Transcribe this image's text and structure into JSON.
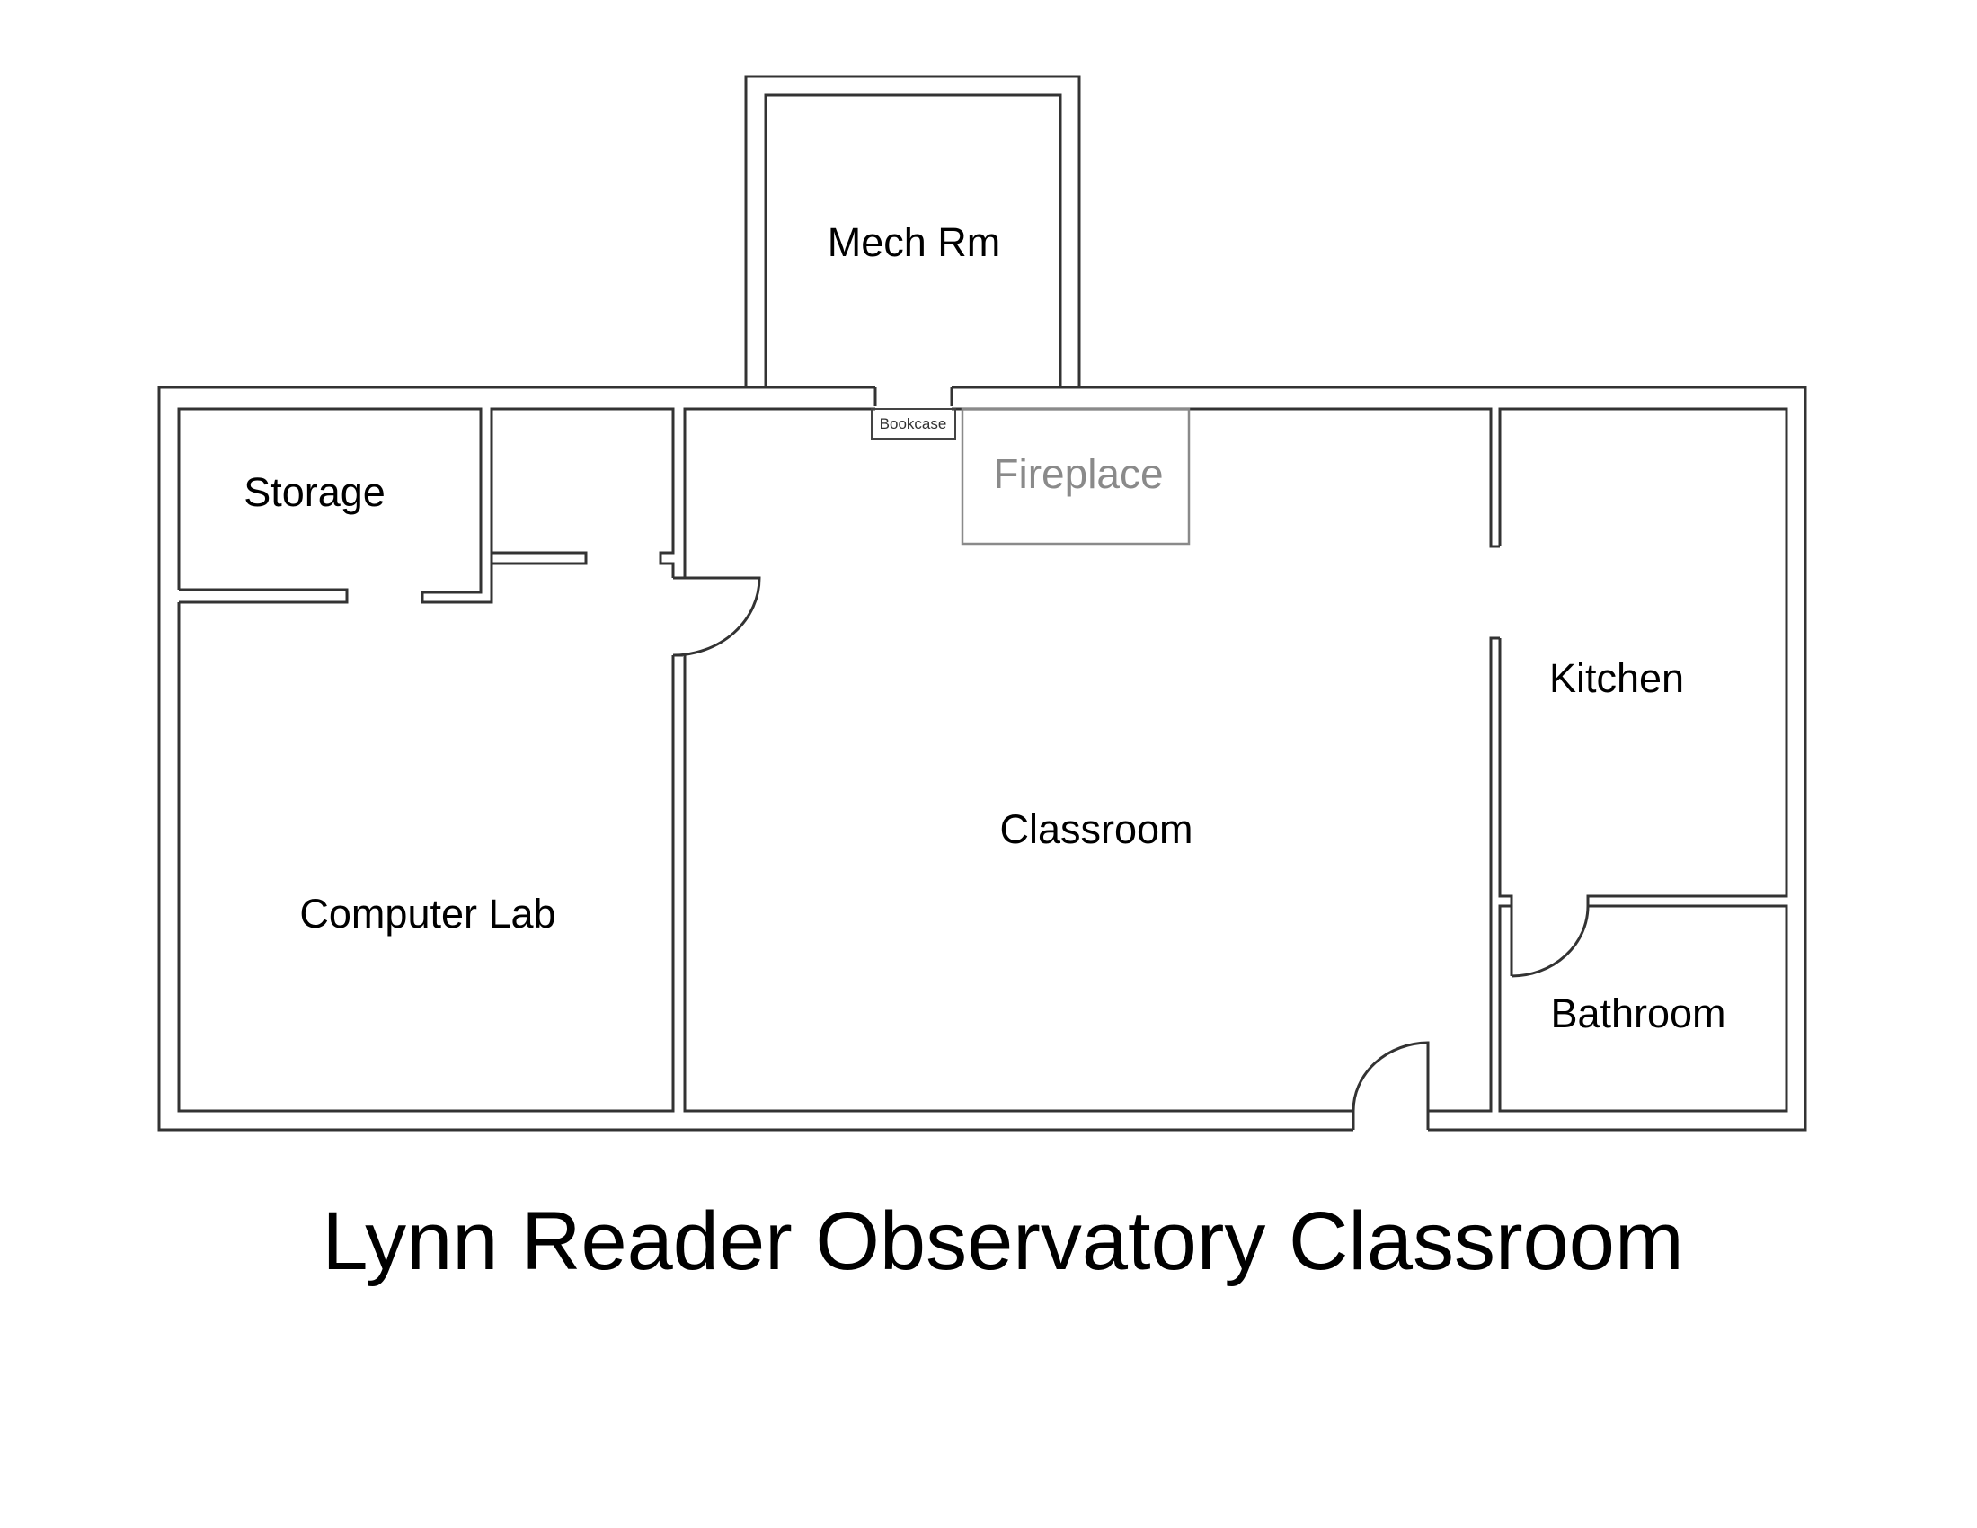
{
  "plan": {
    "title": "Lynn Reader Observatory Classroom",
    "rooms": {
      "mech_room": "Mech Rm",
      "storage": "Storage",
      "computer_lab": "Computer Lab",
      "classroom": "Classroom",
      "kitchen": "Kitchen",
      "bathroom": "Bathroom"
    },
    "fixtures": {
      "fireplace": "Fireplace",
      "bookcase": "Bookcase"
    },
    "colors": {
      "walls": "#333333",
      "fixtures": "#8a8a8a",
      "text": "#000000",
      "background": "#ffffff"
    }
  }
}
